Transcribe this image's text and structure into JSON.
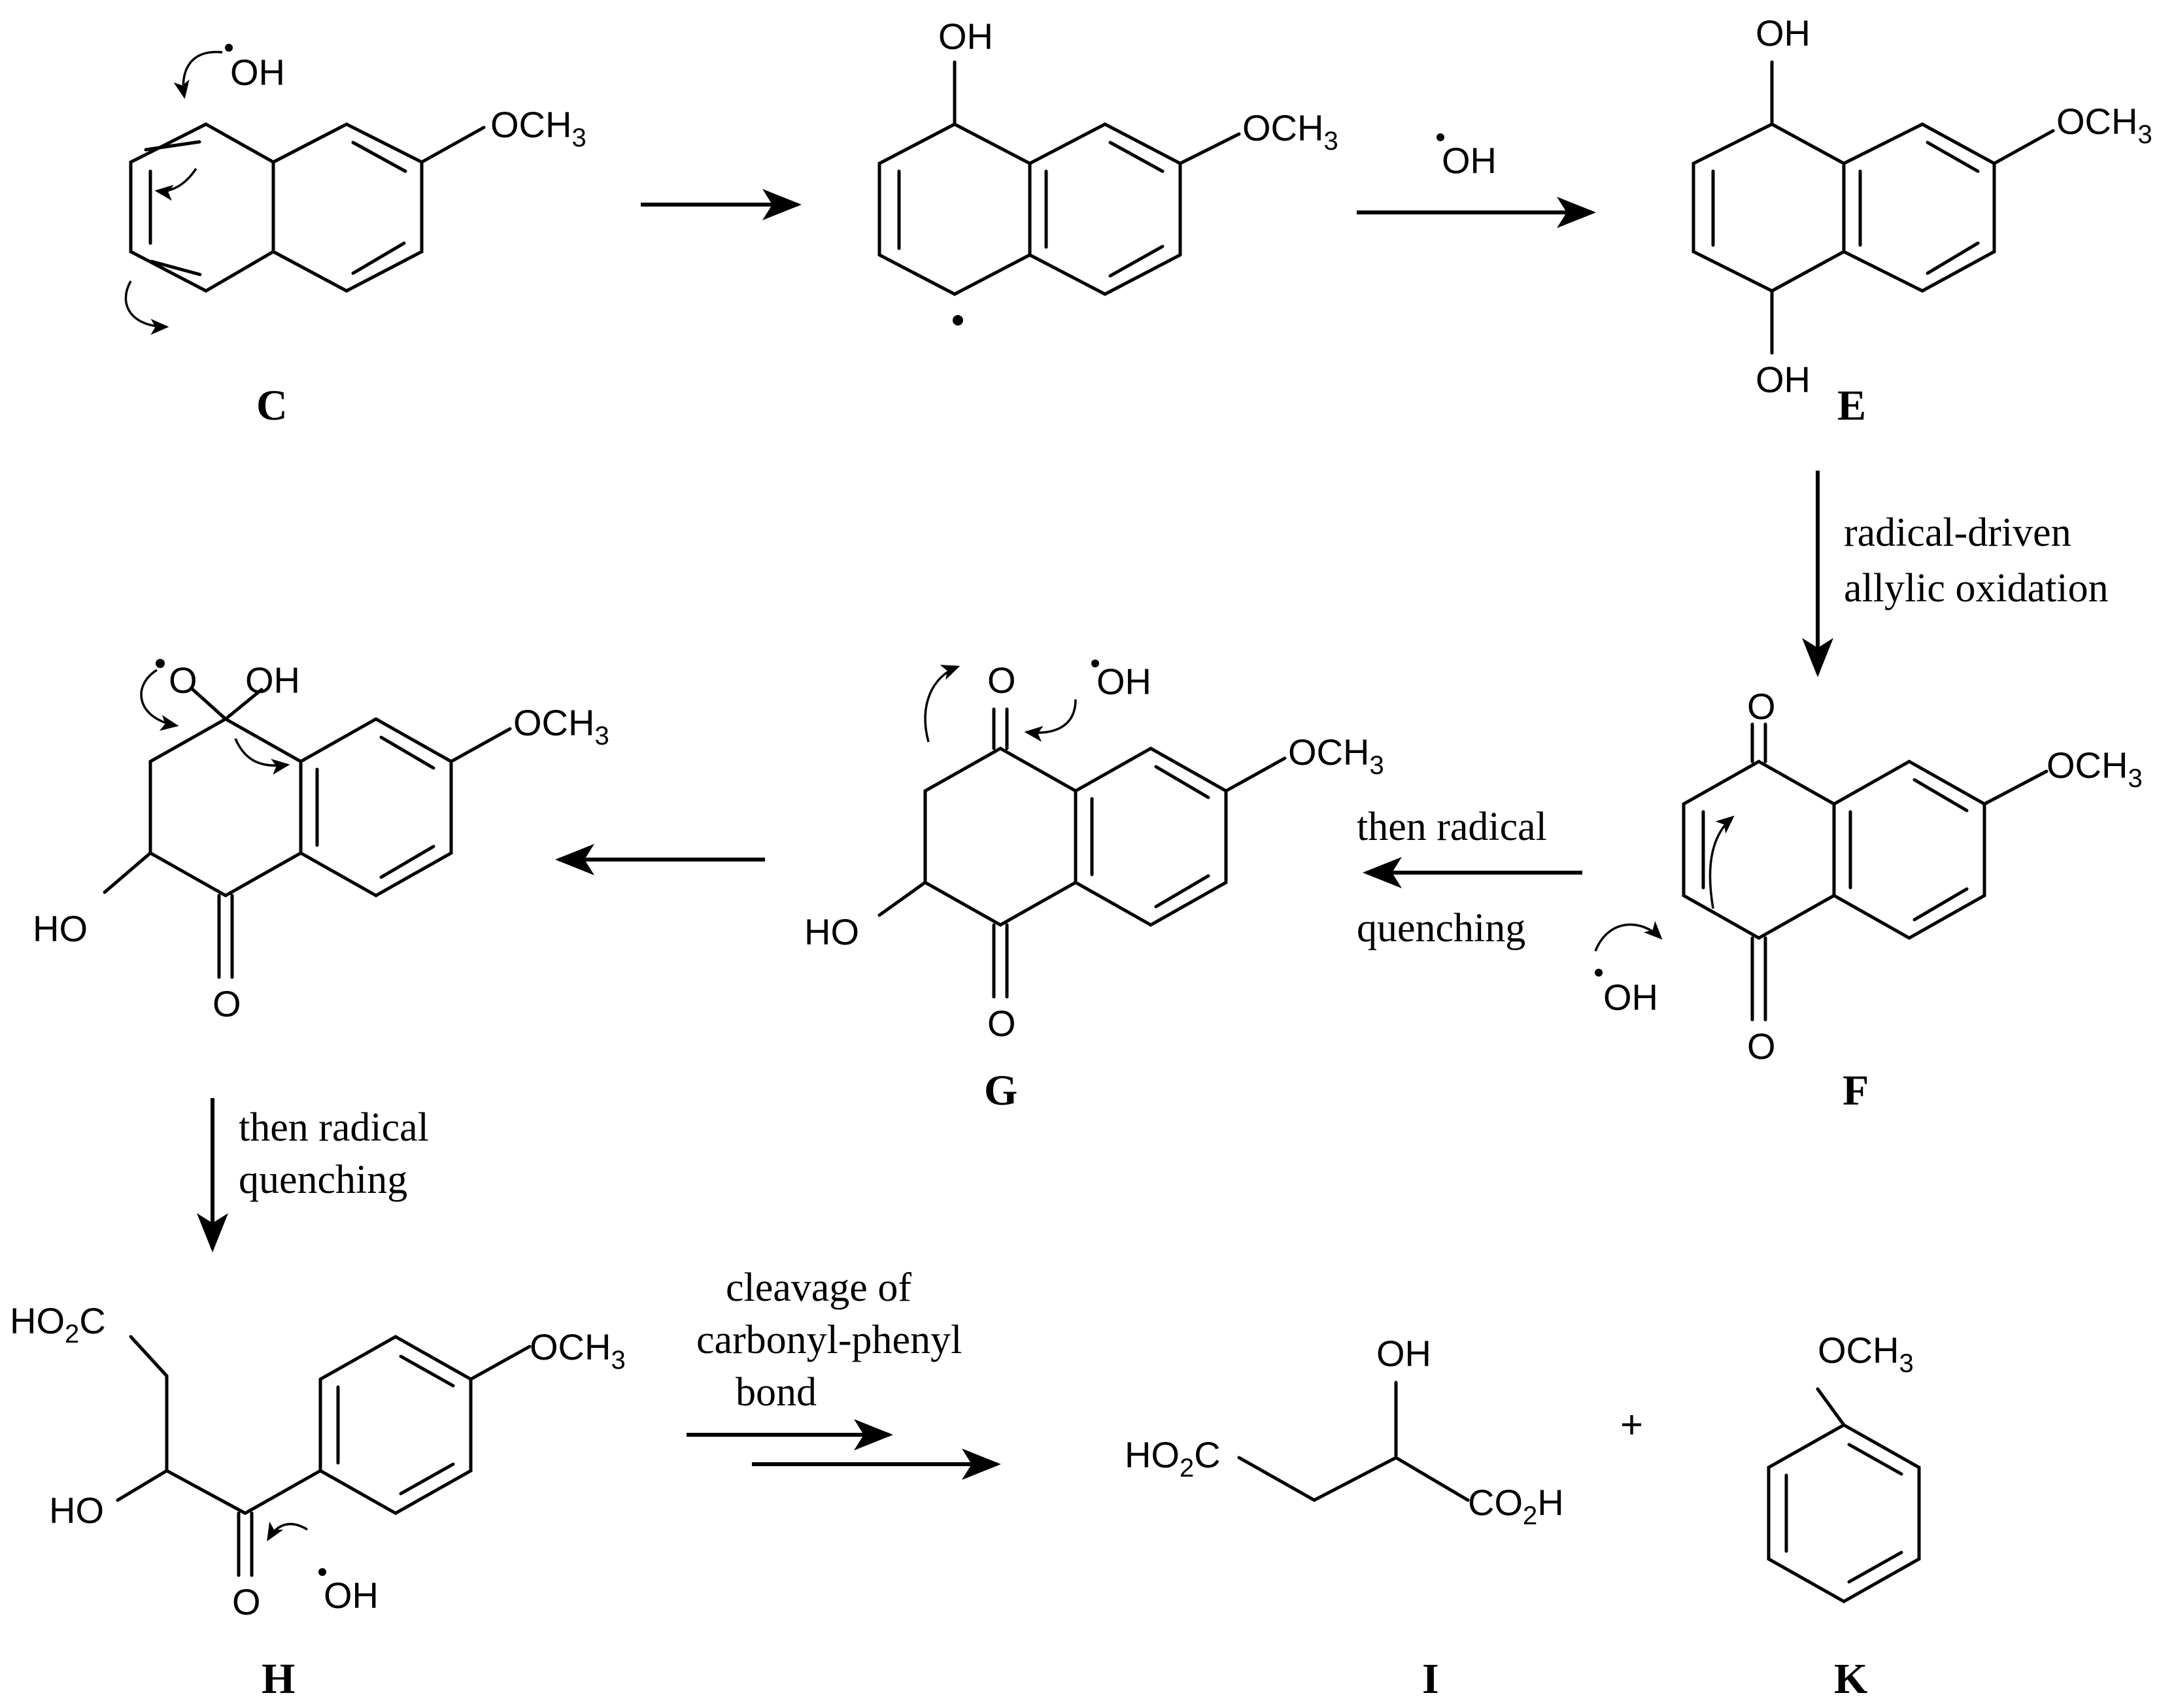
{
  "compound_labels": {
    "C": "C",
    "E": "E",
    "F": "F",
    "G": "G",
    "H": "H",
    "I": "I",
    "K": "K"
  },
  "groups": {
    "och3_main": "OCH",
    "och3_sub": "3",
    "oh": "OH",
    "ho": "HO",
    "o": "O",
    "ho2c_main": "HO",
    "ho2c_sub": "2",
    "ho2c_tail": "C",
    "co2h_head": "CO",
    "co2h_sub": "2",
    "co2h_tail": "H",
    "radical_oh": "OH",
    "radical_o": "O"
  },
  "conditions": {
    "step_e_f_line1": "radical-driven",
    "step_e_f_line2": "allylic oxidation",
    "step_f_g_line1": "then radical",
    "step_f_g_line2": "quenching",
    "step_g_h_line1": "then radical",
    "step_g_h_line2": "quenching",
    "step_h_ik_line1": "cleavage of",
    "step_h_ik_line2": "carbonyl-phenyl",
    "step_h_ik_line3": "bond"
  },
  "plus_sign": "+"
}
